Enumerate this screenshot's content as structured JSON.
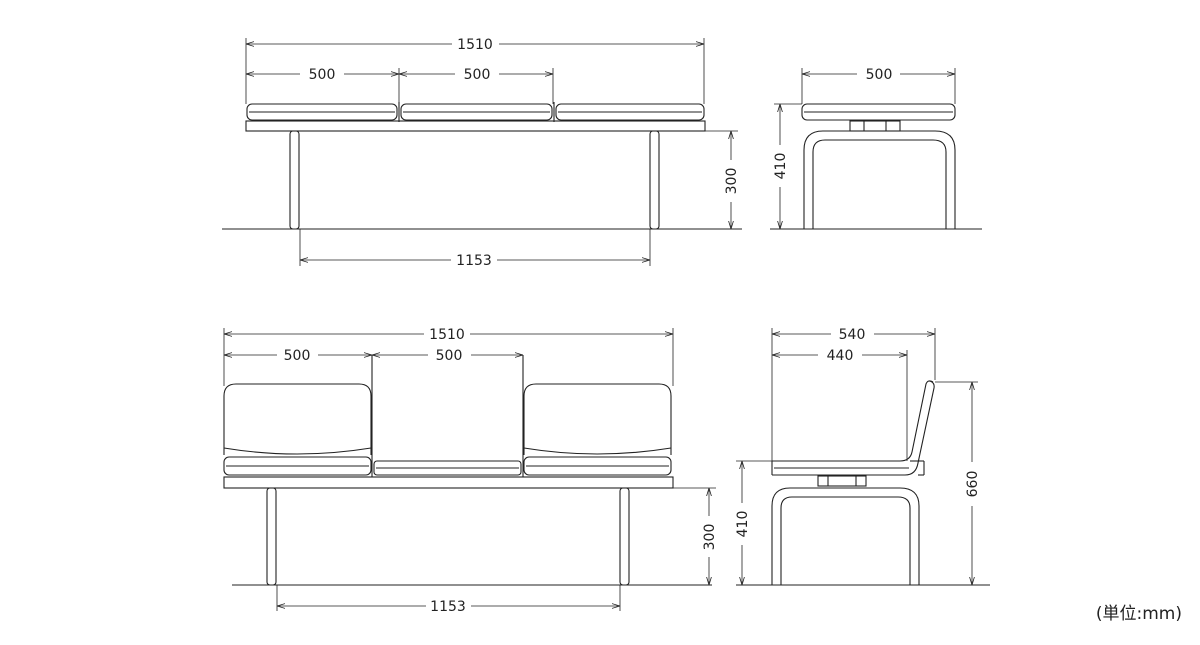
{
  "unit_label": "(単位:mm)",
  "bench_top_front": {
    "overall_width": "1510",
    "seat_width_1": "500",
    "seat_width_2": "500",
    "leg_span": "1153",
    "seat_height": "300"
  },
  "bench_top_side": {
    "depth": "500",
    "height": "410"
  },
  "bench_back_front": {
    "overall_width": "1510",
    "seat_width_1": "500",
    "seat_width_2": "500",
    "leg_span": "1153",
    "seat_height": "300"
  },
  "bench_back_side": {
    "overall_depth": "540",
    "seat_depth": "440",
    "seat_height": "410",
    "overall_height": "660"
  }
}
